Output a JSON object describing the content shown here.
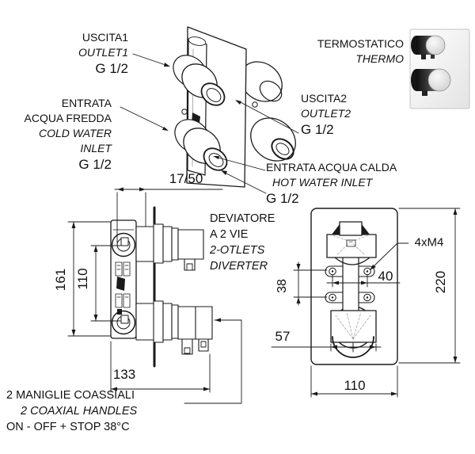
{
  "colors": {
    "line": "#1a1a1a",
    "background": "#ffffff",
    "photo_plate": "#ececec",
    "photo_knob_dark": "#161616"
  },
  "callouts": {
    "outlet1": {
      "it": "USCITA1",
      "en": "OUTLET1",
      "size": "G 1/2"
    },
    "cold_inlet": {
      "it1": "ENTRATA",
      "it2": "ACQUA FREDDA",
      "en1": "COLD WATER",
      "en2": "INLET",
      "size": "G 1/2"
    },
    "thermo": {
      "it": "TERMOSTATICO",
      "en": "THERMO"
    },
    "outlet2": {
      "it": "USCITA2",
      "en": "OUTLET2",
      "size": "G 1/2"
    },
    "hot_inlet": {
      "it": "ENTRATA ACQUA CALDA",
      "en": "HOT WATER INLET",
      "size": "G 1/2"
    },
    "diverter": {
      "it1": "DEVIATORE",
      "it2": "A 2 VIE",
      "en1": "2-OTLETS",
      "en2": "DIVERTER"
    },
    "handles": {
      "it": "2 MANIGLIE COASSIALI",
      "en": "2 COAXIAL HANDLES",
      "mode": "ON - OFF  + STOP 38°C"
    }
  },
  "dimensions": {
    "wall_depth": "17/50",
    "body_height": "161",
    "ports_distance": "110",
    "body_width": "133",
    "screws": "4xM4",
    "screw_spacing_h": "40",
    "screw_spacing_v": "38",
    "valve_width": "57",
    "plate_height": "220",
    "plate_width": "110"
  }
}
